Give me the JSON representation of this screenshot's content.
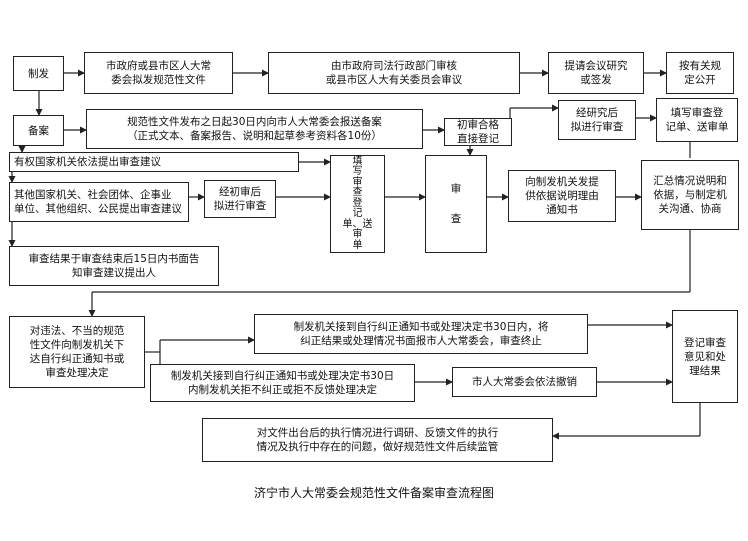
{
  "diagram": {
    "caption": "济宁市人大常委会规范性文件备案审查流程图",
    "nodes": {
      "zhifa": "制发",
      "draft": "市政府或县市区人大常\n委会拟发规范性文件",
      "review_legal": "由市政府司法行政部门审核\n或县市区人大有关委员会审议",
      "meeting": "提请会议研究\n或签发",
      "publish": "按有关规\n定公开",
      "beian": "备案",
      "report": "规范性文件发布之日起30日内向市人大常委会报送备案\n（正式文本、备案报告、说明和起草参考资料各10份）",
      "initial_pass": "初审合格\n直接登记",
      "study_review": "经研究后\n拟进行审查",
      "fill_register_top": "填写审查登\n记单、送审单",
      "authority_suggest": "有权国家机关依法提出审查建议",
      "others_suggest": "其他国家机关、社会团体、企事业\n单位、其他组织、公民提出审查建议",
      "initial_review": "经初审后\n拟进行审查",
      "fill_register_mid": "填\n写\n审\n查\n登\n记\n单、送\n审\n单",
      "review": "审\n\n查",
      "notify": "向制发机关发提\n供依据说明理由\n通知书",
      "summarize": "汇总情况说明和\n依据，与制定机\n关沟通、协商",
      "feedback": "审查结果于审查结束后15日内书面告\n知审查建议提出人",
      "illegal": "对违法、不当的规范\n性文件向制发机关下\n达自行纠正通知书或\n审查处理决定",
      "self_correct": "制发机关接到自行纠正通知书或处理决定书30日内，将\n纠正结果或处理情况书面报市人大常委会，审查终止",
      "refuse": "制发机关接到自行纠正通知书或处理决定书30日\n内制发机关拒不纠正或拒不反馈处理决定",
      "revoke": "市人大常委会依法撤销",
      "register_result": "登记审查\n意见和处\n理结果",
      "follow_up": "对文件出台后的执行情况进行调研、反馈文件的执行\n情况及执行中存在的问题，做好规范性文件后续监管"
    }
  }
}
